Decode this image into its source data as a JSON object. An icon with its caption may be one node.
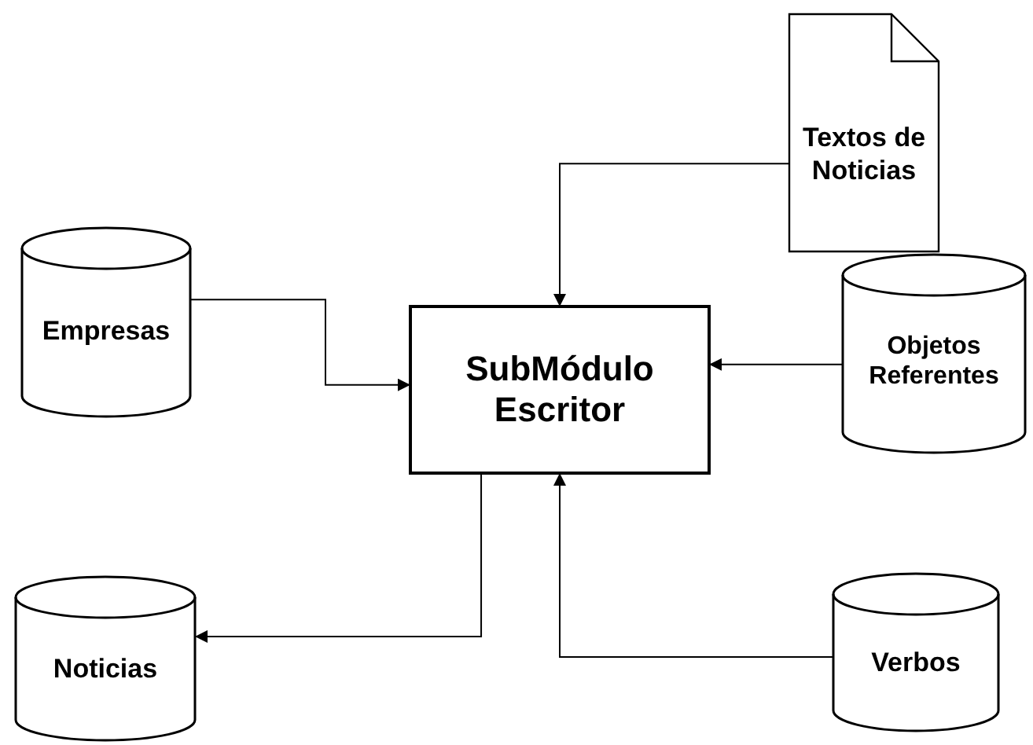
{
  "diagram": {
    "nodes": [
      {
        "text": [
          "Textos de Noticias"
        ]
      },
      {
        "text": [
          "Empresas"
        ]
      },
      {
        "text": [
          "SubMódulo Escritor"
        ]
      },
      {
        "text": [
          "Objetos Referentes"
        ]
      },
      {
        "text": [
          "Noticias"
        ]
      },
      {
        "text": [
          "Verbos"
        ]
      }
    ],
    "edges": [
      {
        "from": 0,
        "to": 2,
        "arrow": "to"
      },
      {
        "from": 1,
        "to": 2,
        "arrow": "to"
      },
      {
        "from": 3,
        "to": 2,
        "arrow": "to"
      },
      {
        "from": 2,
        "to": 4,
        "arrow": "to"
      },
      {
        "from": 5,
        "to": 2,
        "arrow": "to"
      }
    ]
  }
}
